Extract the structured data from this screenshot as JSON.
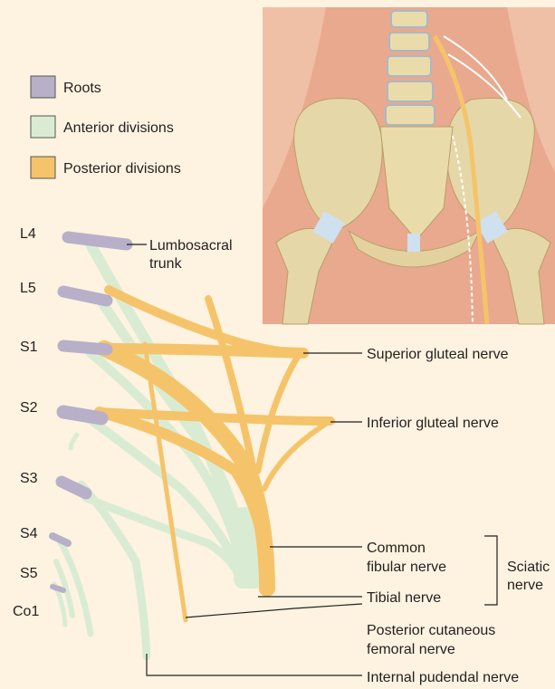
{
  "legend": {
    "items": [
      {
        "label": "Roots",
        "color": "#b8afc9"
      },
      {
        "label": "Anterior divisions",
        "color": "#d9ecd3"
      },
      {
        "label": "Posterior divisions",
        "color": "#f5c46a"
      }
    ]
  },
  "roots": [
    "L4",
    "L5",
    "S1",
    "S2",
    "S3",
    "S4",
    "S5",
    "Co1"
  ],
  "labels": {
    "lumbosacral_1": "Lumbosacral",
    "lumbosacral_2": "trunk",
    "superior_gluteal": "Superior gluteal nerve",
    "inferior_gluteal": "Inferior gluteal nerve",
    "common_fibular_1": "Common",
    "common_fibular_2": "fibular nerve",
    "tibial": "Tibial nerve",
    "sciatic_1": "Sciatic",
    "sciatic_2": "nerve",
    "posterior_cutaneous_1": "Posterior cutaneous",
    "posterior_cutaneous_2": "femoral nerve",
    "internal_pudendal": "Internal pudendal nerve"
  },
  "colors": {
    "background": "#fdf3e0",
    "root": "#b8afc9",
    "anterior": "#d9ecd3",
    "posterior": "#f5c46a",
    "skin": "#ecae94",
    "bone": "#e8d9a6"
  }
}
